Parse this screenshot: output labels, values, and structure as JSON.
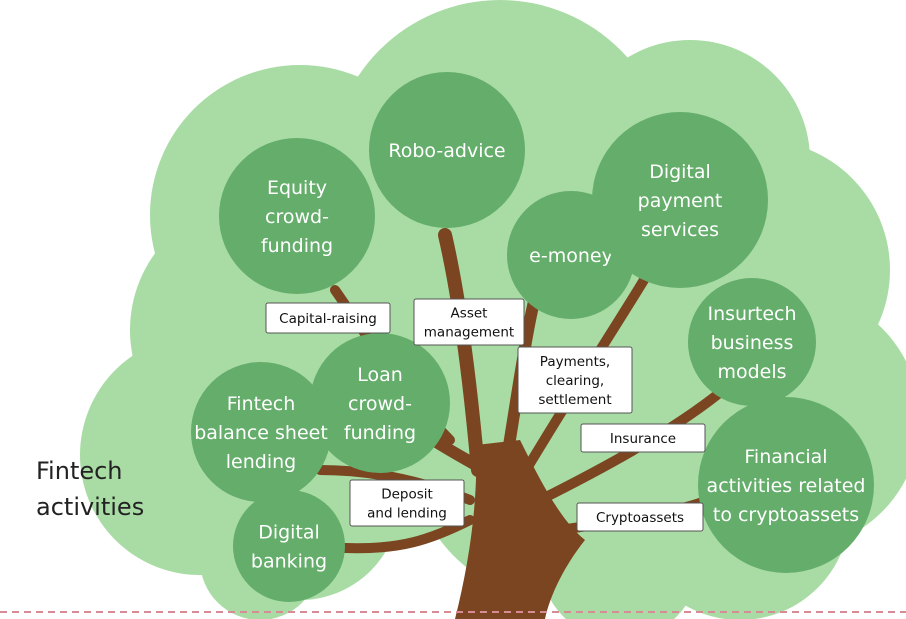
{
  "side_label": "Fintech\nactivities",
  "colors": {
    "canopy_light": "#a8dca4",
    "circle_dark": "#64ad6a",
    "trunk": "#7a4520",
    "ground_line": "#d98b95",
    "label_border": "#555555"
  },
  "circles": [
    {
      "id": "equity-crowdfunding",
      "lines": [
        "Equity",
        "crowd-",
        "funding"
      ]
    },
    {
      "id": "robo-advice",
      "lines": [
        "Robo-advice"
      ]
    },
    {
      "id": "e-money",
      "lines": [
        "e-money"
      ]
    },
    {
      "id": "digital-payment-services",
      "lines": [
        "Digital",
        "payment",
        "services"
      ]
    },
    {
      "id": "insurtech-business-models",
      "lines": [
        "Insurtech",
        "business",
        "models"
      ]
    },
    {
      "id": "loan-crowdfunding",
      "lines": [
        "Loan",
        "crowd-",
        "funding"
      ]
    },
    {
      "id": "fintech-balance-sheet-lending",
      "lines": [
        "Fintech",
        "balance sheet",
        "lending"
      ]
    },
    {
      "id": "financial-activities-cryptoassets",
      "lines": [
        "Financial",
        "activities related",
        "to cryptoassets"
      ]
    },
    {
      "id": "digital-banking",
      "lines": [
        "Digital",
        "banking"
      ]
    }
  ],
  "branch_labels": [
    {
      "id": "capital-raising",
      "lines": [
        "Capital-raising"
      ]
    },
    {
      "id": "asset-management",
      "lines": [
        "Asset",
        "management"
      ]
    },
    {
      "id": "payments-clearing-settlement",
      "lines": [
        "Payments,",
        "clearing,",
        "settlement"
      ]
    },
    {
      "id": "insurance",
      "lines": [
        "Insurance"
      ]
    },
    {
      "id": "deposit-and-lending",
      "lines": [
        "Deposit",
        "and lending"
      ]
    },
    {
      "id": "cryptoassets",
      "lines": [
        "Cryptoassets"
      ]
    }
  ]
}
